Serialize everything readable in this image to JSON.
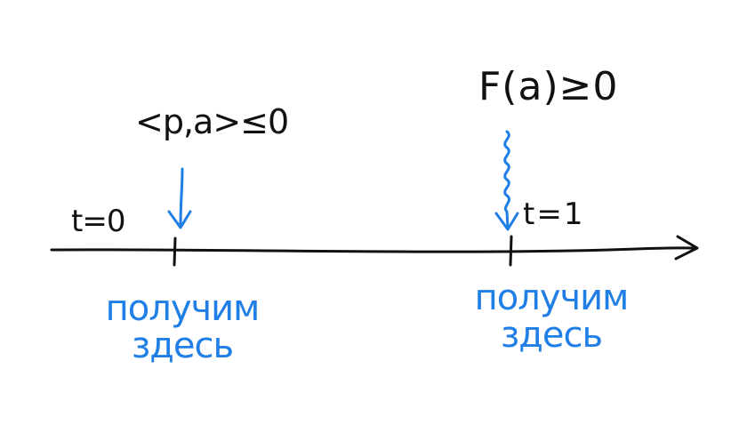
{
  "diagram": {
    "labels": {
      "t0": "t=0",
      "t1": "t=1",
      "left_condition": "<p,a>≤0",
      "right_condition": "F(a)≥0"
    },
    "notes": {
      "left_line1": "получим",
      "left_line2": "здесь",
      "right_line1": "получим",
      "right_line2": "здесь"
    },
    "colors": {
      "ink": "#111111",
      "accent_blue": "#1f7fe6"
    }
  }
}
